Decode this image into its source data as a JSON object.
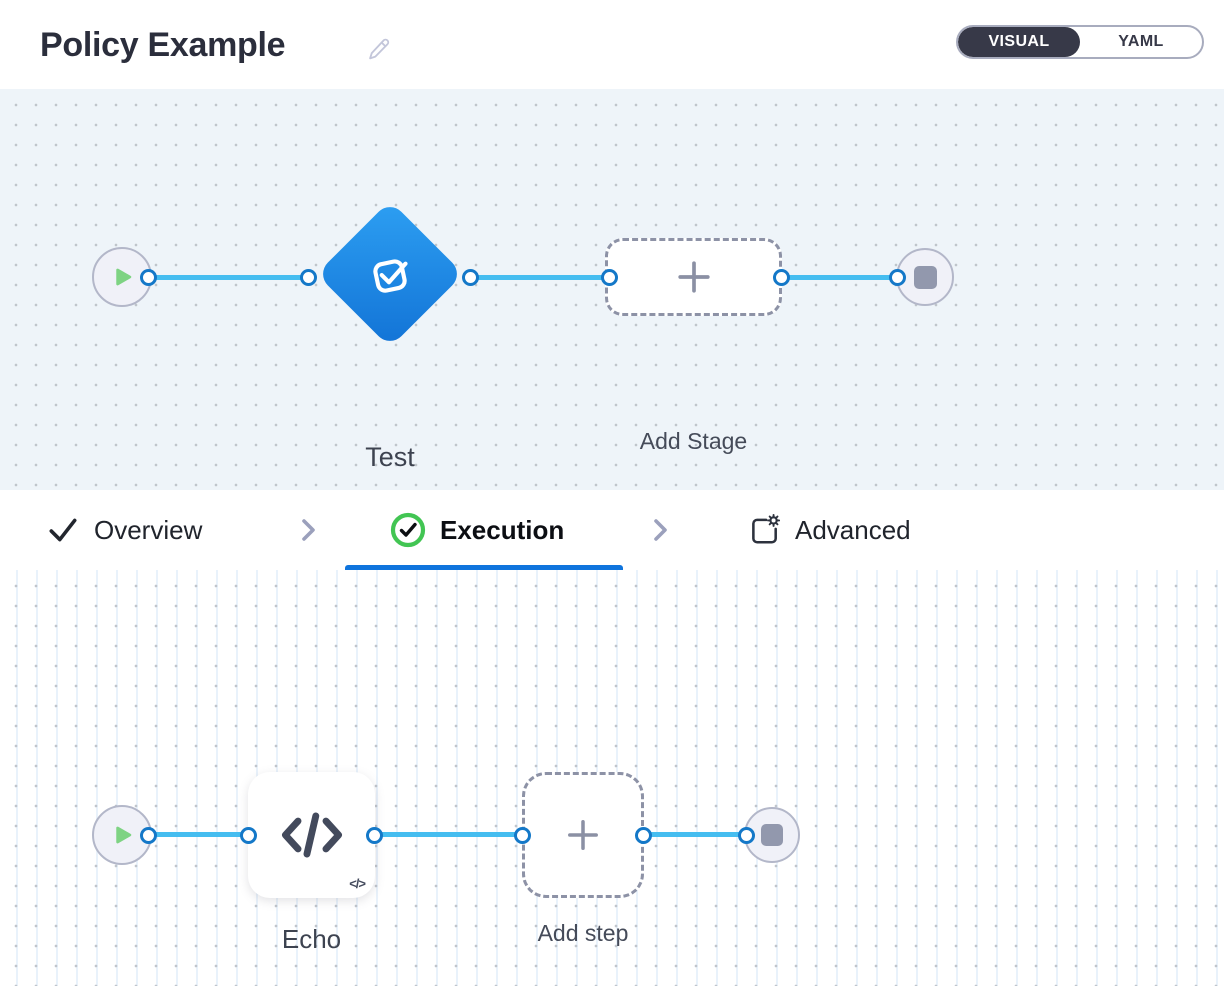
{
  "header": {
    "title": "Policy Example",
    "edit_icon": "pencil-icon",
    "mode_toggle": {
      "visual_label": "VISUAL",
      "yaml_label": "YAML",
      "selected": "VISUAL"
    }
  },
  "stage_flow": {
    "start_icon": "play-icon",
    "stage_label": "Test",
    "stage_icon": "approval-check-icon",
    "add_label": "Add Stage",
    "add_icon": "plus-icon",
    "end_icon": "stop-icon"
  },
  "tabs": {
    "overview": "Overview",
    "overview_icon": "check-icon",
    "execution": "Execution",
    "execution_icon": "check-circle-icon",
    "advanced": "Advanced",
    "advanced_icon": "advanced-gear-icon",
    "separator_icon": "chevron-right-icon",
    "active": "Execution"
  },
  "step_flow": {
    "start_icon": "play-icon",
    "step_label": "Echo",
    "step_icon": "code-icon",
    "step_badge": "</>",
    "add_label": "Add step",
    "add_icon": "plus-icon",
    "end_icon": "stop-icon"
  },
  "colors": {
    "canvas_top_bg": "#eef4f9",
    "canvas_bottom_bg": "#ffffff",
    "edge_line": "#45bdf0",
    "port_ring": "#1478c8",
    "stage_gradient_start": "#2d9ff2",
    "stage_gradient_end": "#1273d6",
    "play_green": "#7ed383",
    "status_green": "#42c553",
    "tab_underline": "#0f74dd",
    "toggle_dark": "#373948",
    "dashed_border": "#8d92a6"
  }
}
